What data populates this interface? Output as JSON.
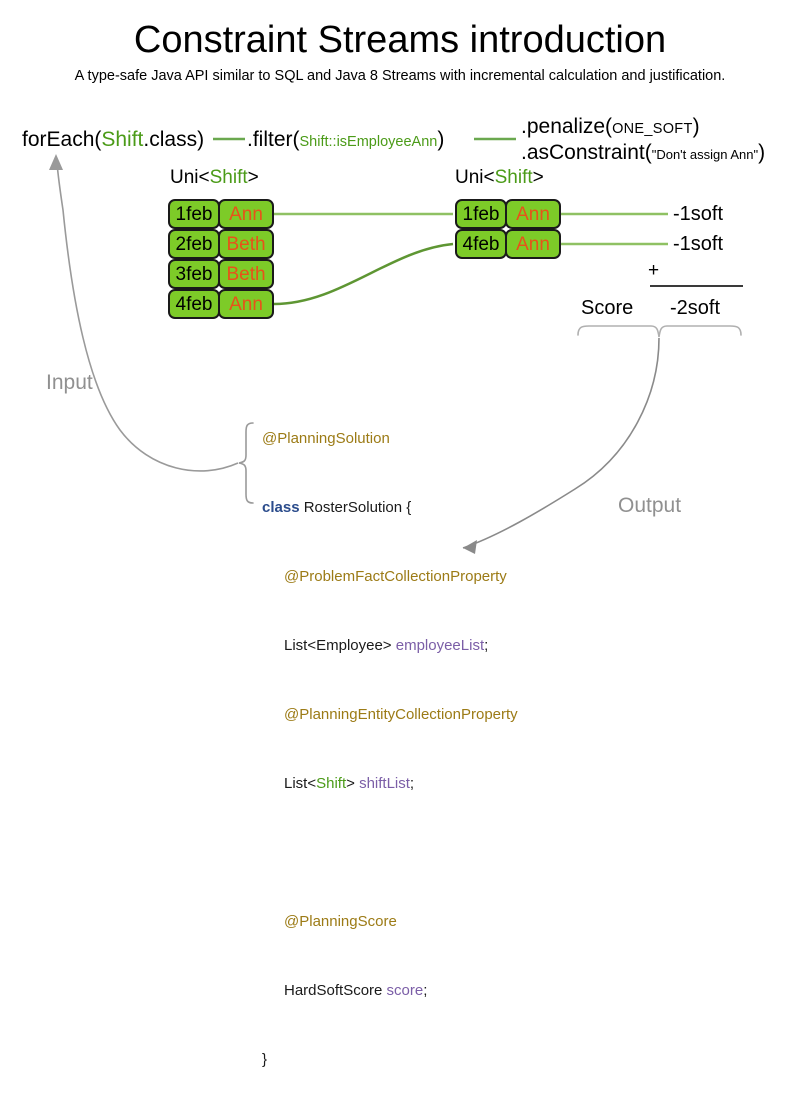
{
  "title": "Constraint Streams introduction",
  "subtitle": "A type-safe Java API similar to SQL and Java 8 Streams with incremental calculation and justification.",
  "pipeline": {
    "foreach": {
      "prefix": "forEach(",
      "type": "Shift",
      "suffix": ".class)"
    },
    "filter": {
      "prefix": ".filter(",
      "ref": "Shift::isEmployeeAnn",
      "suffix": ")"
    },
    "penalize": {
      "prefix": ".penalize(",
      "arg": "ONE_SOFT",
      "suffix": ")"
    },
    "as_constraint": {
      "prefix": ".asConstraint(",
      "arg": "\"Don't assign Ann\"",
      "suffix": ")"
    },
    "stream_type_left": {
      "prefix": "Uni<",
      "type": "Shift",
      "suffix": ">"
    },
    "stream_type_right": {
      "prefix": "Uni<",
      "type": "Shift",
      "suffix": ">"
    }
  },
  "shifts_input": [
    {
      "date": "1feb",
      "employee": "Ann"
    },
    {
      "date": "2feb",
      "employee": "Beth"
    },
    {
      "date": "3feb",
      "employee": "Beth"
    },
    {
      "date": "4feb",
      "employee": "Ann"
    }
  ],
  "shifts_filtered": [
    {
      "date": "1feb",
      "employee": "Ann",
      "penalty": "-1soft"
    },
    {
      "date": "4feb",
      "employee": "Ann",
      "penalty": "-1soft"
    }
  ],
  "score": {
    "plus": "+",
    "label": "Score",
    "total": "-2soft"
  },
  "flow": {
    "input_label": "Input",
    "output_label": "Output"
  },
  "code": {
    "line1_ann": "@PlanningSolution",
    "line2_kw": "class",
    "line2_rest": " RosterSolution {",
    "line3_ann": "@ProblemFactCollectionProperty",
    "line4_type": "List<Employee> ",
    "line4_field": "employeeList",
    "line4_end": ";",
    "line5_ann": "@PlanningEntityCollectionProperty",
    "line6_pre": "List<",
    "line6_type": "Shift",
    "line6_mid": "> ",
    "line6_field": "shiftList",
    "line6_end": ";",
    "line7_ann": "@PlanningScore",
    "line8_type": "HardSoftScore ",
    "line8_field": "score",
    "line8_end": ";",
    "line9_close": "}"
  },
  "colors": {
    "box_fill": "#7DCB28",
    "box_border": "#1a1a1a",
    "employee_text": "#E8521A",
    "type_green": "#4B9B18",
    "connector_green": "#6AA84F",
    "annotation_gold": "#9C7B16",
    "keyword_blue": "#2B4C8C",
    "field_purple": "#7B5EA7",
    "flow_gray": "#909090"
  }
}
